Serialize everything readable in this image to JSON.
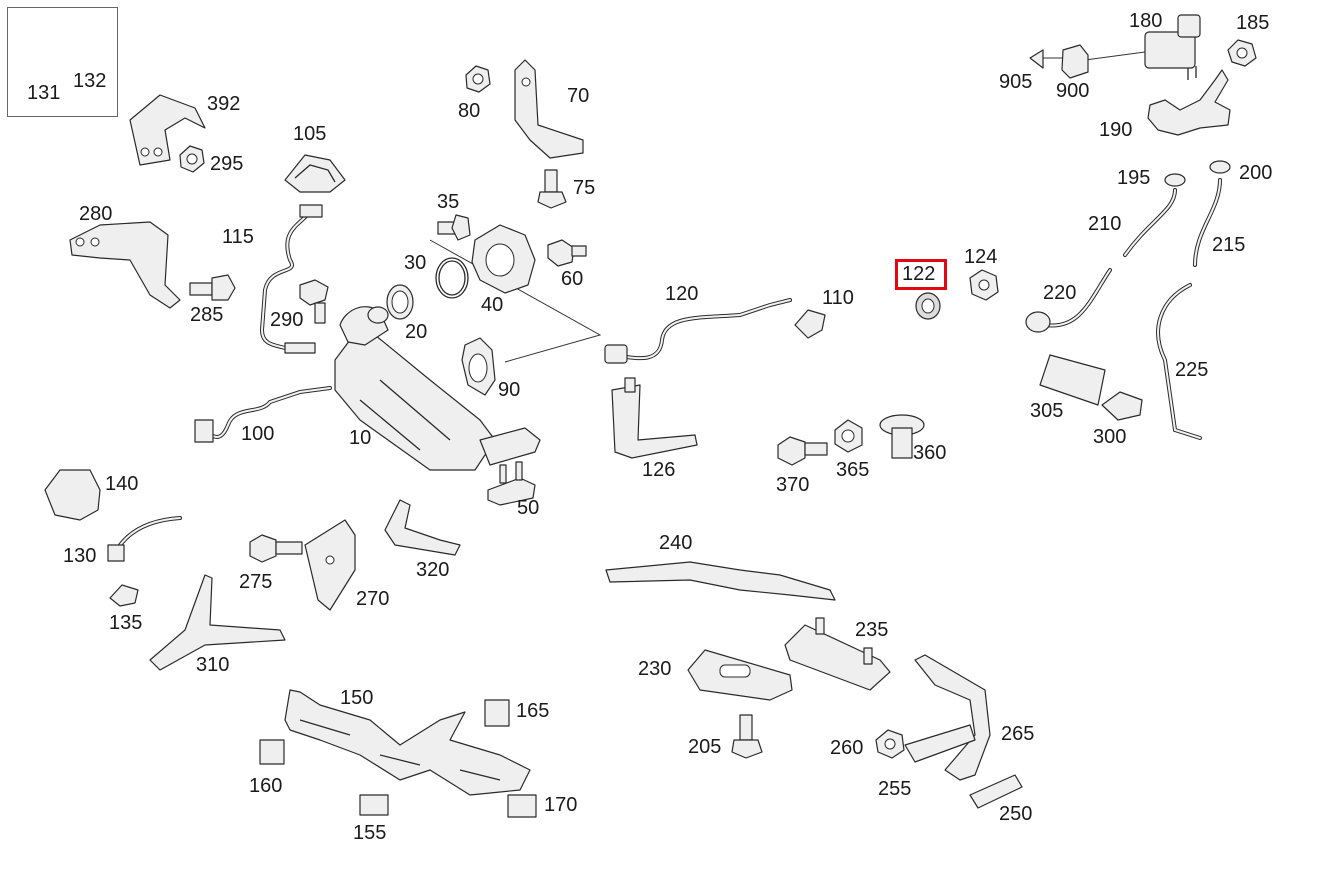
{
  "diagram": {
    "highlighted_part": "122",
    "highlight_color": "#e30613",
    "parts": [
      {
        "id": "131"
      },
      {
        "id": "132"
      },
      {
        "id": "392"
      },
      {
        "id": "295"
      },
      {
        "id": "105"
      },
      {
        "id": "80"
      },
      {
        "id": "70"
      },
      {
        "id": "180"
      },
      {
        "id": "185"
      },
      {
        "id": "905"
      },
      {
        "id": "900"
      },
      {
        "id": "190"
      },
      {
        "id": "280"
      },
      {
        "id": "115"
      },
      {
        "id": "75"
      },
      {
        "id": "35"
      },
      {
        "id": "195"
      },
      {
        "id": "200"
      },
      {
        "id": "210"
      },
      {
        "id": "215"
      },
      {
        "id": "30"
      },
      {
        "id": "60"
      },
      {
        "id": "124"
      },
      {
        "id": "122"
      },
      {
        "id": "120"
      },
      {
        "id": "110"
      },
      {
        "id": "220"
      },
      {
        "id": "285"
      },
      {
        "id": "290"
      },
      {
        "id": "40"
      },
      {
        "id": "20"
      },
      {
        "id": "225"
      },
      {
        "id": "90"
      },
      {
        "id": "305"
      },
      {
        "id": "300"
      },
      {
        "id": "100"
      },
      {
        "id": "10"
      },
      {
        "id": "360"
      },
      {
        "id": "365"
      },
      {
        "id": "126"
      },
      {
        "id": "370"
      },
      {
        "id": "140"
      },
      {
        "id": "50"
      },
      {
        "id": "240"
      },
      {
        "id": "130"
      },
      {
        "id": "320"
      },
      {
        "id": "275"
      },
      {
        "id": "270"
      },
      {
        "id": "135"
      },
      {
        "id": "235"
      },
      {
        "id": "310"
      },
      {
        "id": "230"
      },
      {
        "id": "150"
      },
      {
        "id": "165"
      },
      {
        "id": "265"
      },
      {
        "id": "205"
      },
      {
        "id": "260"
      },
      {
        "id": "160"
      },
      {
        "id": "255"
      },
      {
        "id": "170"
      },
      {
        "id": "250"
      },
      {
        "id": "155"
      }
    ]
  }
}
